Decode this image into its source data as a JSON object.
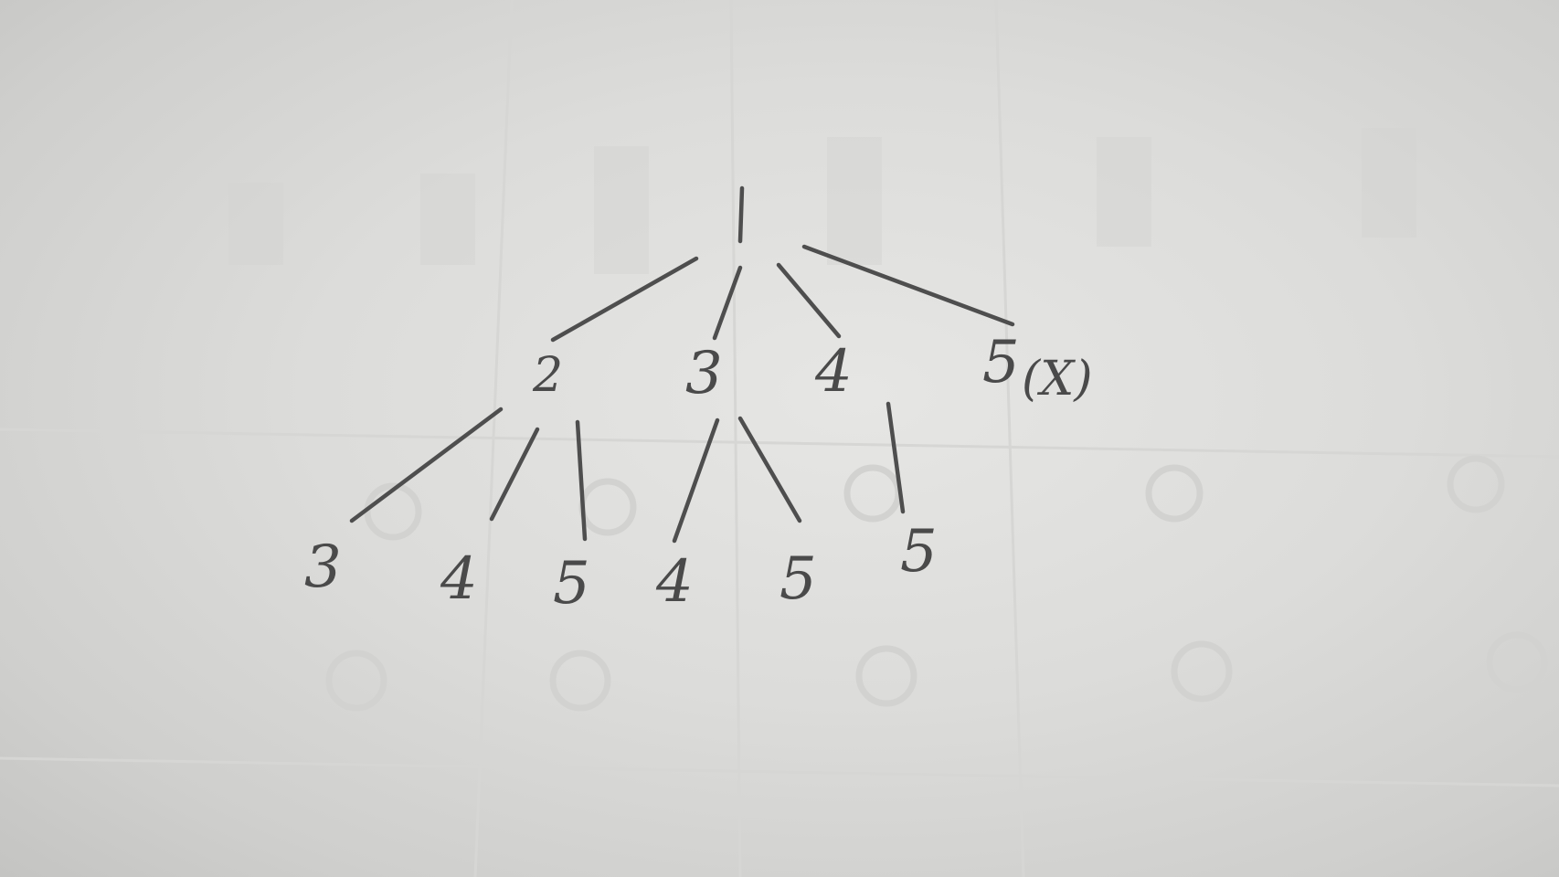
{
  "diagram": {
    "type": "tree",
    "root": "1",
    "level1": [
      {
        "id": "n2",
        "label": "2"
      },
      {
        "id": "n3",
        "label": "3"
      },
      {
        "id": "n4",
        "label": "4"
      },
      {
        "id": "n5",
        "label": "5",
        "mark": "(X)"
      }
    ],
    "level2": [
      {
        "parent": "2",
        "labels": [
          "3",
          "4",
          "5"
        ]
      },
      {
        "parent": "3",
        "labels": [
          "4",
          "5"
        ]
      },
      {
        "parent": "4",
        "labels": [
          "5"
        ]
      }
    ]
  },
  "colors": {
    "ink": "#4a4a4a",
    "paper": "#e4e4e2"
  }
}
